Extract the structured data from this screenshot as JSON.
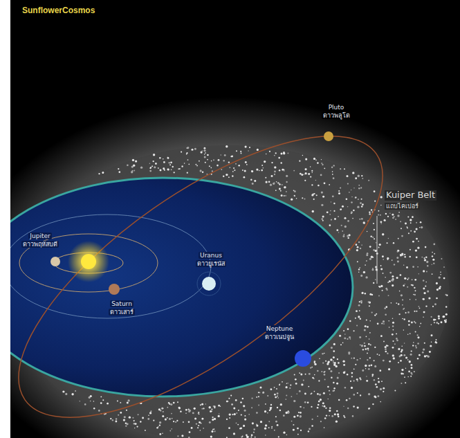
{
  "diagram": {
    "labels": [
      "SunflowerCosmos",
      "Kuiper Belt",
      "แถบไคเปอร์",
      "Pluto",
      "ดาวพลูโต",
      "Jupiter",
      "ดาวพฤหัสบดี",
      "Saturn",
      "ดาวเสาร์",
      "Uranus",
      "ดาวยูเรนัส",
      "Neptune",
      "ดาวเนปจูน"
    ]
  }
}
